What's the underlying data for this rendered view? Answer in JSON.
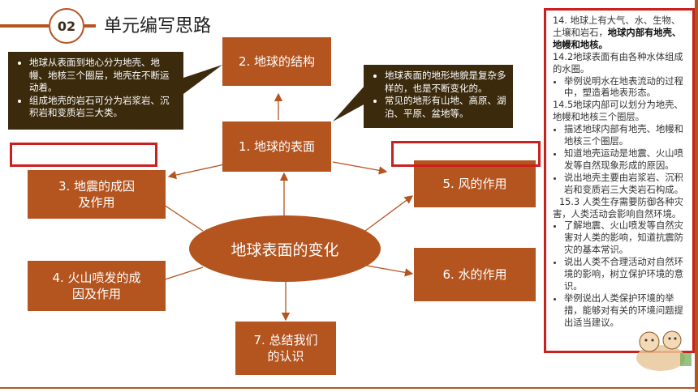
{
  "header": {
    "number": "02",
    "title": "单元编写思路"
  },
  "nodes": {
    "structure": "2. 地球的结构",
    "surface": "1. 地球的表面",
    "earthquake": "3. 地震的成因\n及作用",
    "volcano": "4. 火山喷发的成\n因及作用",
    "wind": "5. 风的作用",
    "water": "6. 水的作用",
    "summary": "7. 总结我们\n的认识",
    "center": "地球表面的变化"
  },
  "callouts": {
    "left": [
      "地球从表面到地心分为地壳、地幔、地核三个圈层，地壳在不断运动着。",
      "组成地壳的岩石可分为岩浆岩、沉积岩和变质岩三大类。"
    ],
    "right": [
      "地球表面的地形地貌是复杂多样的，也是不断变化的。",
      "常见的地形有山地、高原、湖泊、平原、盆地等。"
    ]
  },
  "standards": {
    "p1_plain": "14. 地球上有大气、水、生物、土壤和岩石，",
    "p1_bold": "地球内部有地壳、地幔和地核。",
    "p2": "14.2地球表面有由各种水体组成的水圈。",
    "p2_items": [
      "举例说明水在地表流动的过程中，塑造着地表形态。"
    ],
    "p3": "14.5地球内部可以划分为地壳、地幔和地核三个圈层。",
    "p3_items": [
      "描述地球内部有地壳、地幔和地核三个圈层。",
      "知道地壳运动是地震、火山喷发等自然现象形成的原因。",
      "说出地壳主要由岩浆岩、沉积岩和变质岩三大类岩石构成。"
    ],
    "p4": "15.3 人类生存需要防御各种灾害，人类活动会影响自然环境。",
    "p4_items": [
      "了解地震、火山喷发等自然灾害对人类的影响，知道抗震防灾的基本常识。",
      "说出人类不合理活动对自然环境的影响，树立保护环境的意识。",
      "举例说出人类保护环境的举措，能够对有关的环境问题提出适当建议。"
    ]
  },
  "colors": {
    "box": "#b4541f",
    "callout": "#3b2a0c",
    "highlight": "#cc1f1f"
  }
}
